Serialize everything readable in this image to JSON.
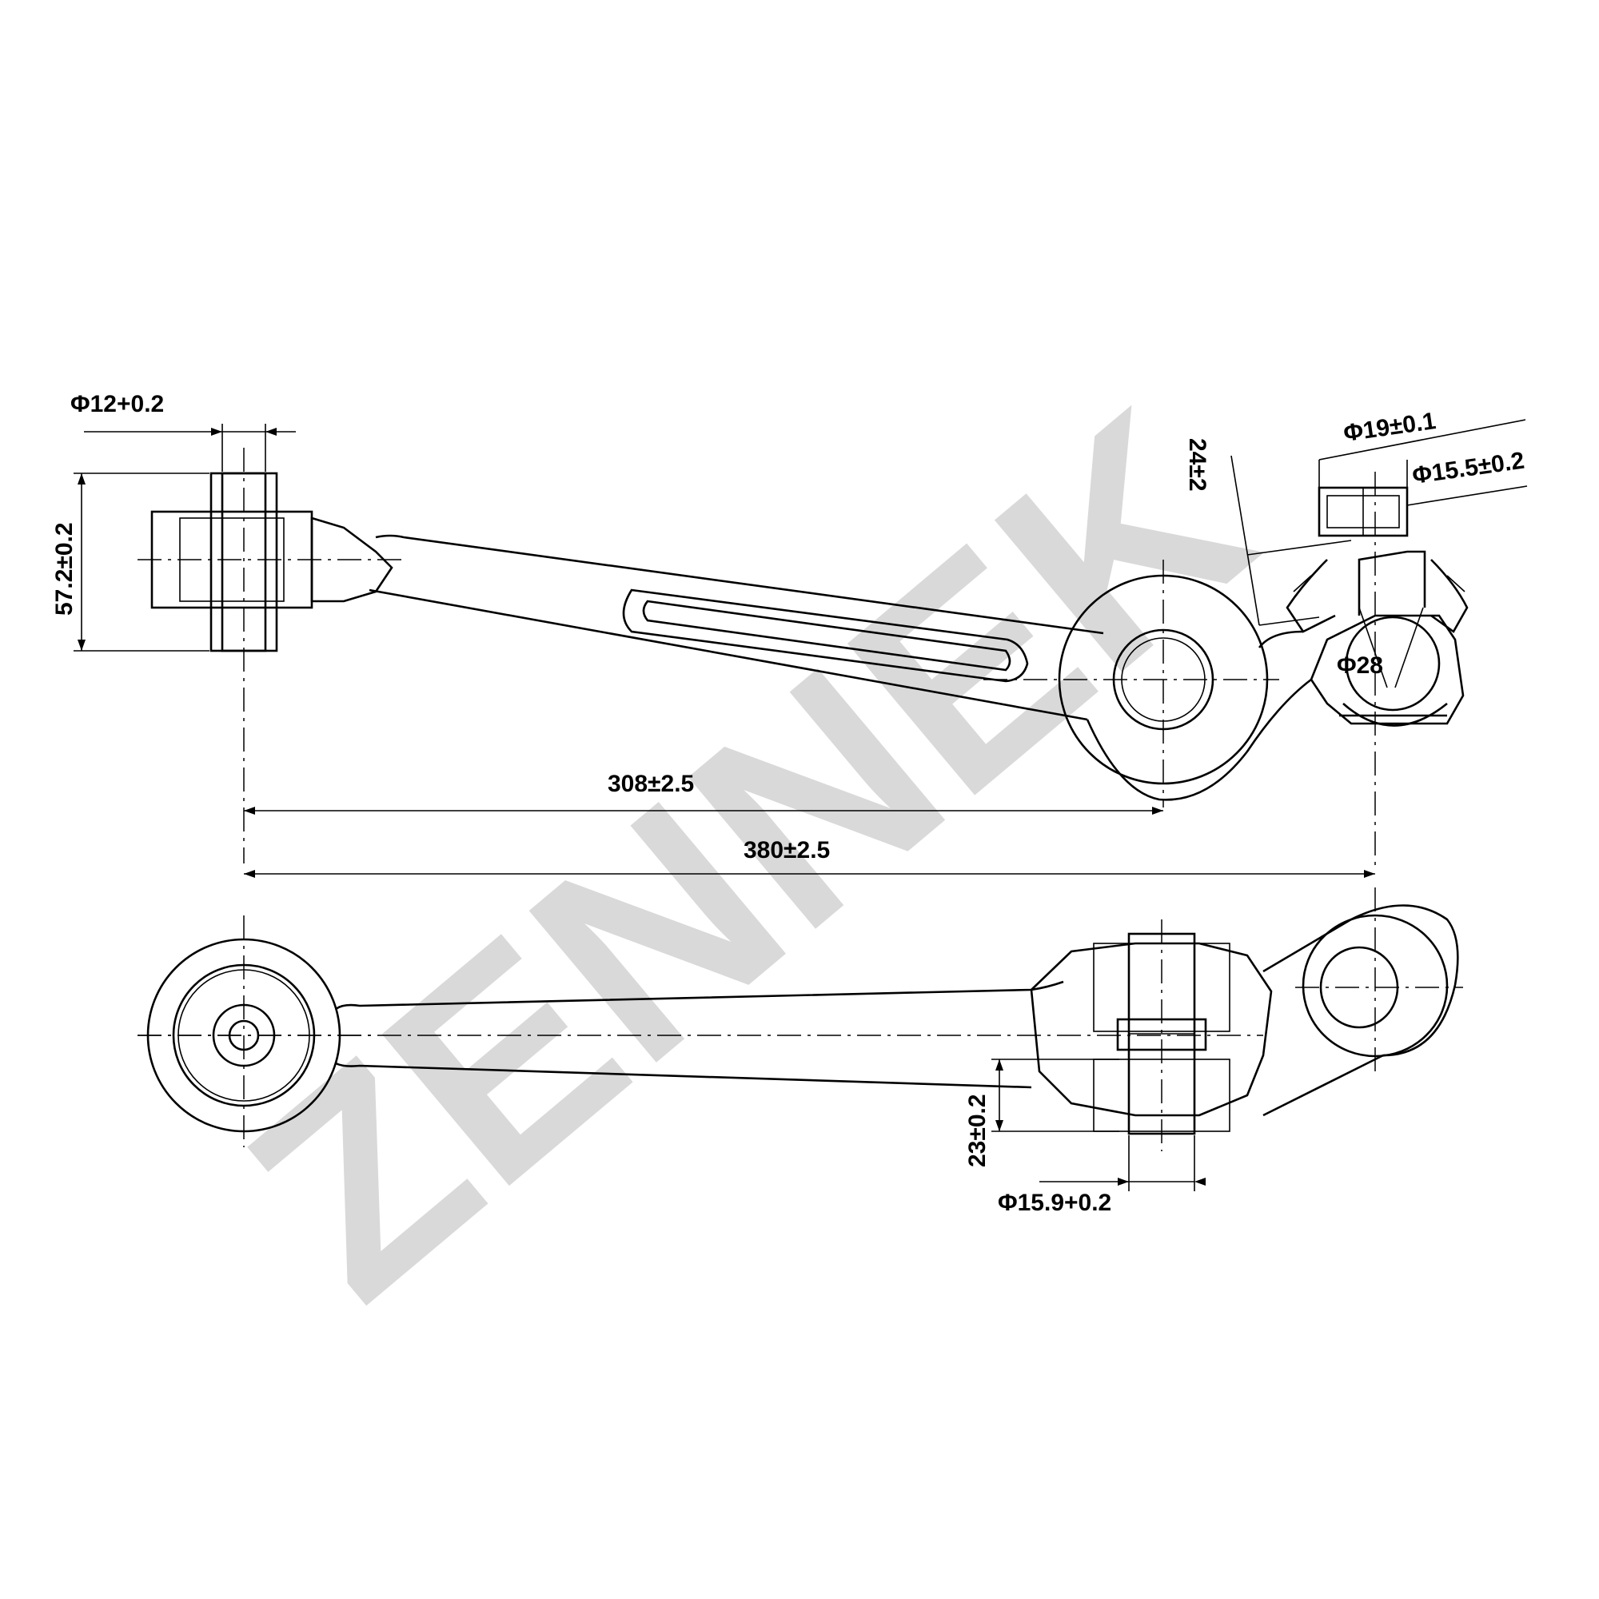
{
  "watermark": {
    "text": "ZENNEK",
    "color": "#d9d9d9"
  },
  "dimensions": {
    "bore_left": "Φ12+0.2",
    "height_left": "57.2±0.2",
    "span_308": "308±2.5",
    "span_380": "380±2.5",
    "ball_stud_outer": "Φ19±0.1",
    "ball_stud_inner": "Φ15.5±0.2",
    "stud_height": "24±2",
    "ball_dia": "Φ28",
    "bushing_offset": "23±0.2",
    "bushing_bore": "Φ15.9+0.2"
  },
  "colors": {
    "line": "#000000",
    "background": "#ffffff"
  }
}
